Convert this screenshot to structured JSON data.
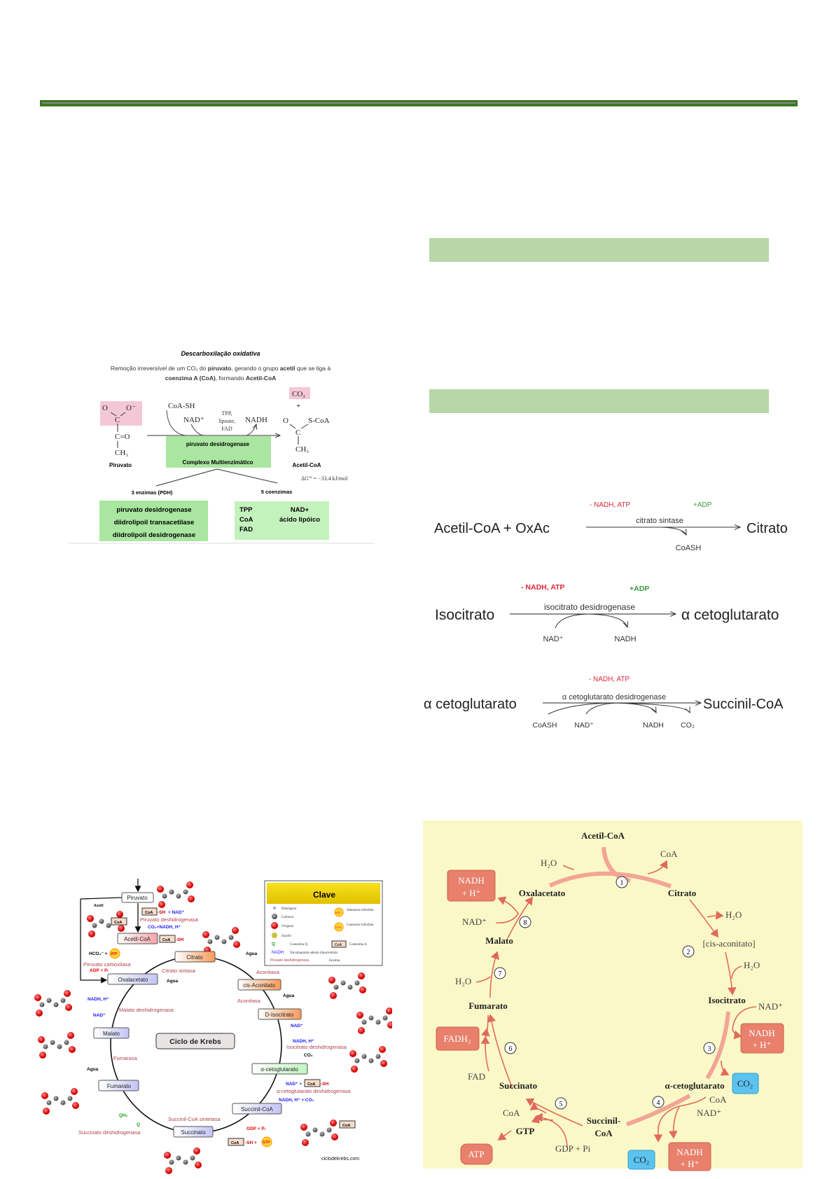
{
  "colors": {
    "rule": "#3a761f",
    "section_bar": "#b7d7a8",
    "green_box": "#a9e6a0",
    "pink_box": "#f4c7d6",
    "inhibit_red": "#e3263a",
    "activate_green": "#3b9a3b",
    "cycle_bg": "#fbf8c8",
    "salmon_box": "#e8806c",
    "co2_blue": "#5cc3ee",
    "enzyme_text": "#b0404a",
    "cofactor_blue": "#1a1aff"
  },
  "pdh_figure": {
    "title": "Descarboxilação oxidativa",
    "desc": {
      "p1": "Remoção irreversível de um CO₂ do ",
      "b1": "piruvato",
      "p2": ", gerando o grupo ",
      "b2": "acetil",
      "p3": " que se liga à",
      "b3": "coenzima A (CoA)",
      "p4": ", formando ",
      "b4": "Acetil-CoA"
    },
    "pyruvate": {
      "o_left": "O",
      "o_right": "O⁻",
      "c": "C",
      "c_eq_o": "C=O",
      "ch3": "CH₃",
      "label": "Piruvato"
    },
    "coa_sh": "CoA-SH",
    "nad": "NAD⁺",
    "cofactors": [
      "TPP,",
      "lipoate,",
      "FAD"
    ],
    "nadh": "NADH",
    "enzyme_box": {
      "line1": "piruvato desidrogenase",
      "line2": "Complexo Multienzimático"
    },
    "co2": "CO₂",
    "plus": "+",
    "acetyl": {
      "o": "O",
      "s_coa": "S-CoA",
      "c": "C",
      "ch3": "CH₃",
      "label": "Acetil-CoA"
    },
    "delta_g": "ΔG'° = −33.4 kJ/mol",
    "enzymes_heading": "3 enzimas (PDH)",
    "coenzymes_heading": "5 coenzimas",
    "enzymes": [
      "piruvato desidrogenase",
      "diidrolipoil transacetilase",
      "diidrolipoil desidrogenase"
    ],
    "coenzymes": [
      "TPP",
      "CoA",
      "FAD",
      "NAD+",
      "ácido lipóico"
    ]
  },
  "regulation_figure": {
    "reactions": [
      {
        "substrate": "Acetil-CoA + OxAc",
        "inhibitors": "- NADH, ATP",
        "activators": "+ADP",
        "enzyme": "citrato sintase",
        "product": "Citrato",
        "side": [
          "CoASH"
        ]
      },
      {
        "substrate": "Isocitrato",
        "inhibitors": "- NADH, ATP",
        "activators": "+ADP",
        "enzyme": "isocitrato desidrogenase",
        "product": "α cetoglutarato",
        "side": [
          "NAD⁺",
          "NADH"
        ]
      },
      {
        "substrate": "α cetoglutarato",
        "inhibitors": "- NADH, ATP",
        "enzyme": "α cetoglutarato desidrogenase",
        "product": "Succinil-CoA",
        "side": [
          "CoASH",
          "NAD⁺",
          "NADH",
          "CO₂"
        ]
      }
    ]
  },
  "krebs_es": {
    "title": "Ciclo de Krebs",
    "nodes": {
      "piruvato": "Piruvato",
      "acetil_coa": "Acetil-CoA",
      "citrato": "Citrato",
      "oxalacetato": "Oxalacetato",
      "cis_aconitato": "cis-Aconitato",
      "d_isocitrato": "D-Isocitrato",
      "malato": "Malato",
      "a_ceto": "α-cetoglutarato",
      "fumarato": "Fumarato",
      "succinil_coa": "Succinil-CoA",
      "succinato": "Succinato"
    },
    "enzymes": {
      "pdh": "Piruvato deshidrogenasa",
      "pc": "Piruvato carboxilasa",
      "cs": "Citrato sintasa",
      "acon1": "Aconitasa",
      "acon2": "Aconitasa",
      "mdh": "Malato deshidrogenasa",
      "idh": "Isocitrato deshidrogenasa",
      "fum": "Fumarasa",
      "akdh": "α-cetoglutarato deshidrogenasa",
      "scs": "Succinil-CoA sintetasa",
      "sdh": "Succinato deshidrogenasa"
    },
    "cofactors": {
      "acetil": "Acetil",
      "coa": "CoA",
      "sh": "-SH",
      "plus_nad": "+ NAD⁺",
      "co2_nadh": "CO₂+NADH, H⁺",
      "hco3": "HCO₃⁻ +",
      "atp": "ATP",
      "adp_pi": "ADP + Pᵢ",
      "agua": "Agua",
      "nad": "NAD⁺",
      "nadh_h": "NADH, H⁺",
      "co2": "CO₂",
      "nad_plus": "NAD⁺ +",
      "nadh_h_co2": "NADH, H⁺ + CO₂",
      "gdp_pi": "GDP + Pᵢ",
      "sh_plus": "-SH +",
      "gtp": "GTP",
      "qh2": "QH₂",
      "q": "Q"
    },
    "legend": {
      "title": "Clave",
      "items": [
        "Hidrógeno",
        "Carbono",
        "Oxígeno",
        "Azufre",
        "Coenzima Q",
        "Adenosín trifosfato",
        "Guanosín trifosfato",
        "Coenzima A",
        "Nicotinamida adenín dinucleótido",
        "Enzima"
      ],
      "q": "Q",
      "coa": "CoA",
      "nadh": "NADH",
      "enzyme_sample": "Piruvato deshidrogenasa",
      "atp": "ATP",
      "gtp": "GTP"
    },
    "credit": "ciclodekrebs.com"
  },
  "krebs_pt": {
    "acetil_coa": "Acetil-CoA",
    "h2o": "H₂O",
    "coa": "CoA",
    "oxalacetato": "Oxalacetato",
    "citrato": "Citrato",
    "cis_aconitato": "[cis-aconitato]",
    "isocitrato": "Isocitrato",
    "nad": "NAD⁺",
    "malato": "Malato",
    "fumarato": "Fumarato",
    "fad": "FAD",
    "succinato": "Succinato",
    "a_ceto": "α-cetoglutarato",
    "succinil": "Succinil-",
    "succinil2": "CoA",
    "gtp": "GTP",
    "gdp_pi": "GDP + Pi",
    "nadh": "NADH",
    "h_plus": "+ H⁺",
    "fadh2": "FADH₂",
    "atp": "ATP",
    "co2": "CO₂",
    "steps": [
      "1",
      "2",
      "3",
      "4",
      "5",
      "6",
      "7",
      "8"
    ]
  }
}
